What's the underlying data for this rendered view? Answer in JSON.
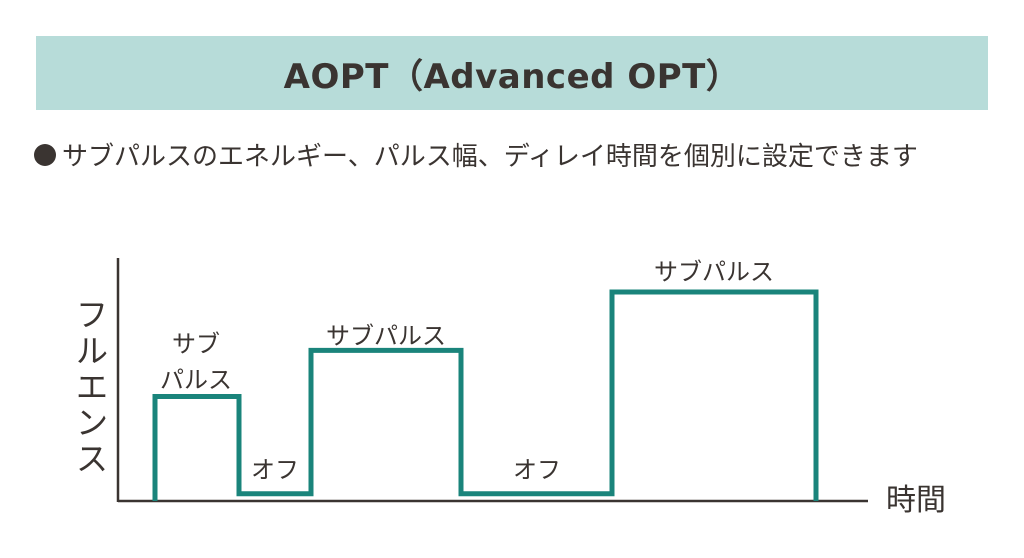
{
  "title": "AOPT（Advanced OPT）",
  "bullet_text": "サブパルスのエネルギー、パルス幅、ディレイ時間を個別に設定できます",
  "colors": {
    "banner": "#b7dcd9",
    "pulse_line": "#1a847b",
    "axis": "#3a3431",
    "text": "#3a3431"
  },
  "diagram": {
    "y_axis_label": "フルエンス",
    "x_axis_label": "時間",
    "pulse_label_1_line1": "サブ",
    "pulse_label_1_line2": "パルス",
    "pulse_label_2": "サブパルス",
    "pulse_label_3": "サブパルス",
    "off_label_1": "オフ",
    "off_label_2": "オフ"
  },
  "chart_data": {
    "type": "line",
    "pulses": [
      {
        "name": "サブパルス",
        "level": 0.43
      },
      {
        "name": "サブパルス",
        "level": 0.62
      },
      {
        "name": "サブパルス",
        "level": 0.86
      }
    ],
    "off_level": 0.03
  }
}
